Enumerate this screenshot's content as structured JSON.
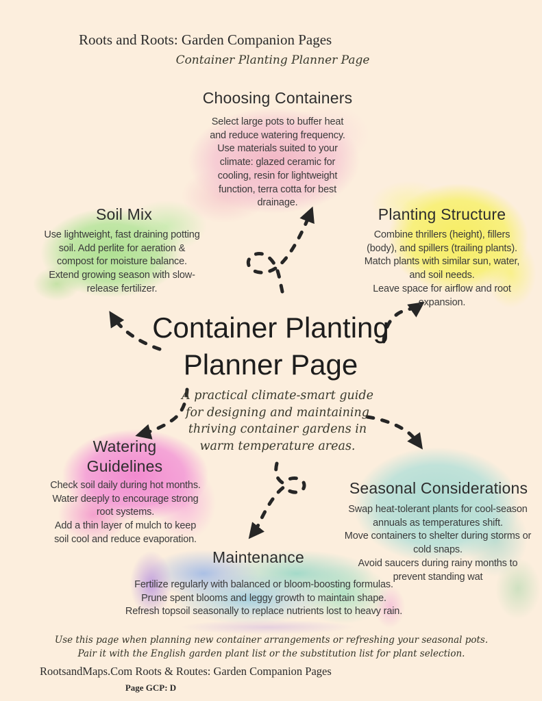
{
  "header": {
    "brand_title": "Roots and Roots: Garden Companion Pages",
    "script_subtitle": "Container Planting Planner Page"
  },
  "center": {
    "title_line1": "Container Planting",
    "title_line2": "Planner Page",
    "description": "A practical climate-smart guide\nfor designing and maintaining\nthriving container gardens in\nwarm temperature areas."
  },
  "sections": {
    "choosing_containers": {
      "title": "Choosing Containers",
      "body": "Select large pots to buffer heat\nand reduce watering frequency.\nUse materials suited to your\nclimate: glazed ceramic for\ncooling, resin for lightweight\nfunction, terra cotta for best\ndrainage.",
      "blob_color": "#f2b5c5"
    },
    "soil_mix": {
      "title": "Soil Mix",
      "body": "Use lightweight, fast draining potting\nsoil. Add perlite for aeration &\ncompost for moisture balance.\nExtend growing season with slow-\nrelease fertilizer.",
      "blob_color": "#a8df8c"
    },
    "planting_structure": {
      "title": "Planting Structure",
      "body": "Combine thrillers (height), fillers\n(body), and spillers (trailing plants).\nMatch plants with similar sun, water,\nand soil needs.\nLeave space for airflow and root\nexpansion.",
      "blob_color": "#f6ed5c"
    },
    "watering_guidelines": {
      "title": "Watering Guidelines",
      "body": "Check soil daily during hot months.\nWater deeply to encourage strong\nroot systems.\nAdd a thin layer of mulch to keep\nsoil cool and reduce evaporation.",
      "blob_color": "#f080ce"
    },
    "seasonal_considerations": {
      "title": "Seasonal Considerations",
      "body": "Swap heat-tolerant plants for cool-season\nannuals as temperatures shift.\nMove containers to shelter during storms or\ncold snaps.\nAvoid saucers during rainy months to\nprevent standing wat",
      "blob_color": "#a6d9d1"
    },
    "maintenance": {
      "title": "Maintenance",
      "body": "Fertilize regularly with balanced or bloom-boosting formulas.\nPrune spent blooms and leggy growth to maintain shape.\nRefresh topsoil seasonally to replace nutrients lost to heavy rain.",
      "blob_colors": [
        "#ba96de",
        "#96b4e7",
        "#8ed5c4",
        "#a2e1c0",
        "#f3bbd8"
      ]
    }
  },
  "footer": {
    "usage_note": "Use this page when planning new container arrangements or refreshing your seasonal pots. Pair it with the English garden plant list or the substitution list for plant selection.",
    "brand_line": "RootsandMaps.Com Roots & Routes: Garden Companion Pages",
    "page_code": "Page GCP: D"
  },
  "style_tokens": {
    "background_color": "#fceedd",
    "arrow_color": "#262626",
    "text_color": "#2d2d2d"
  }
}
